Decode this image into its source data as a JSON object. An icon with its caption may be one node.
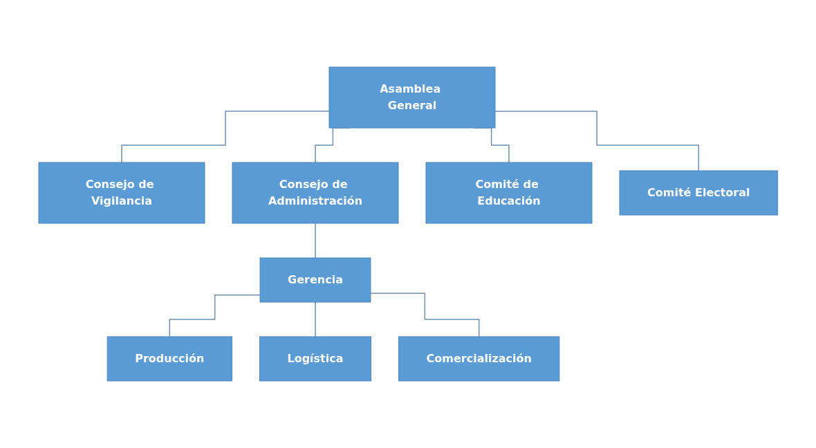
{
  "diagram": {
    "nodes": [
      {
        "text": [
          "Asamblea General"
        ]
      },
      {
        "text": [
          "Consejo de Vigilancia"
        ]
      },
      {
        "text": [
          "Consejo de Administración"
        ]
      },
      {
        "text": [
          "Comité de Educación"
        ]
      },
      {
        "text": [
          "Comité Electoral"
        ]
      },
      {
        "text": [
          "Gerencia"
        ]
      },
      {
        "text": [
          "Producción"
        ]
      },
      {
        "text": [
          "Logística"
        ]
      },
      {
        "text": [
          "Comercialización"
        ]
      }
    ],
    "edges": [
      {
        "from": 0,
        "to": 1,
        "arrow": "none"
      },
      {
        "from": 0,
        "to": 2,
        "arrow": "none"
      },
      {
        "from": 0,
        "to": 3,
        "arrow": "none"
      },
      {
        "from": 0,
        "to": 4,
        "arrow": "none"
      },
      {
        "from": 2,
        "to": 5,
        "arrow": "none"
      },
      {
        "from": 5,
        "to": 6,
        "arrow": "none"
      },
      {
        "from": 5,
        "to": 7,
        "arrow": "none"
      },
      {
        "from": 5,
        "to": 8,
        "arrow": "none"
      }
    ]
  }
}
